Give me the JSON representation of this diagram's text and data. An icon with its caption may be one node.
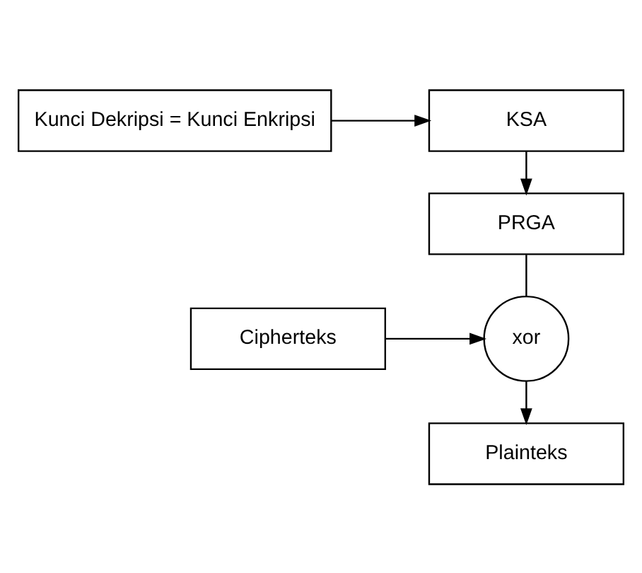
{
  "diagram": {
    "nodes": [
      {
        "text": [
          "Kunci Dekripsi = Kunci Enkripsi"
        ]
      },
      {
        "text": [
          "KSA"
        ]
      },
      {
        "text": [
          "PRGA"
        ]
      },
      {
        "text": [
          "Cipherteks"
        ]
      },
      {
        "text": [
          "xor"
        ]
      },
      {
        "text": [
          "Plainteks"
        ]
      }
    ],
    "edges": [
      {
        "from": 0,
        "to": 1,
        "arrow": "to"
      },
      {
        "from": 1,
        "to": 2,
        "arrow": "to"
      },
      {
        "from": 2,
        "to": 4,
        "arrow": "none"
      },
      {
        "from": 3,
        "to": 4,
        "arrow": "to"
      },
      {
        "from": 4,
        "to": 5,
        "arrow": "to"
      }
    ]
  }
}
